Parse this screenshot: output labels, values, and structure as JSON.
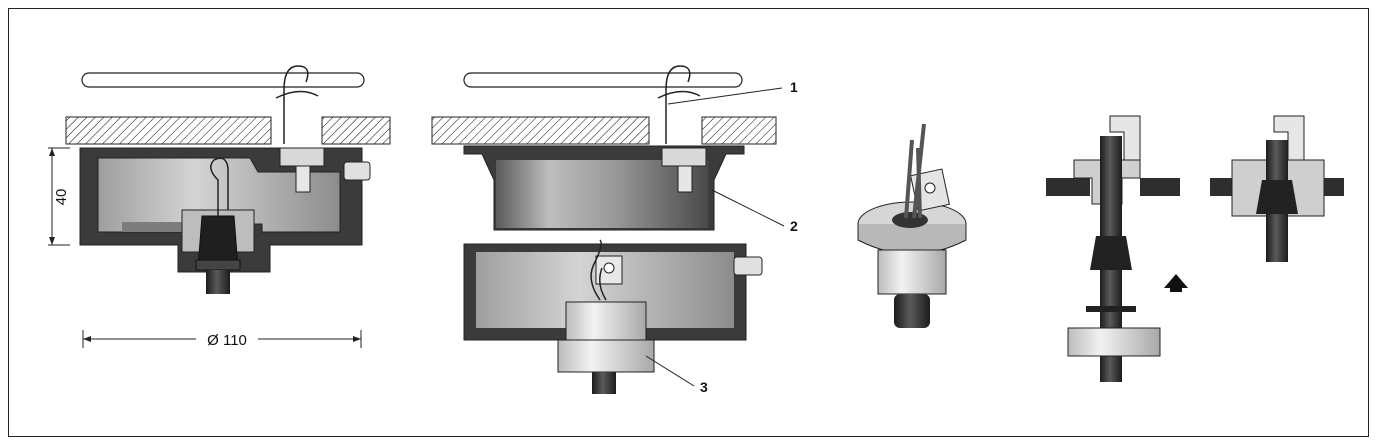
{
  "dimensions": {
    "height_label": "40",
    "diameter_label": "Ø 110"
  },
  "callouts": {
    "label_1": "1",
    "label_2": "2",
    "label_3": "3"
  },
  "colors": {
    "frame": "#222222",
    "housing_dark": "#3a3a3a",
    "housing_mid": "#8a8a8a",
    "housing_light": "#c8c8c8",
    "fitting_light": "#dcdcdc",
    "cable": "#2b2b2b",
    "ceiling_hatch": "#111111"
  },
  "icons": {
    "arrow": "up-arrow-icon"
  }
}
